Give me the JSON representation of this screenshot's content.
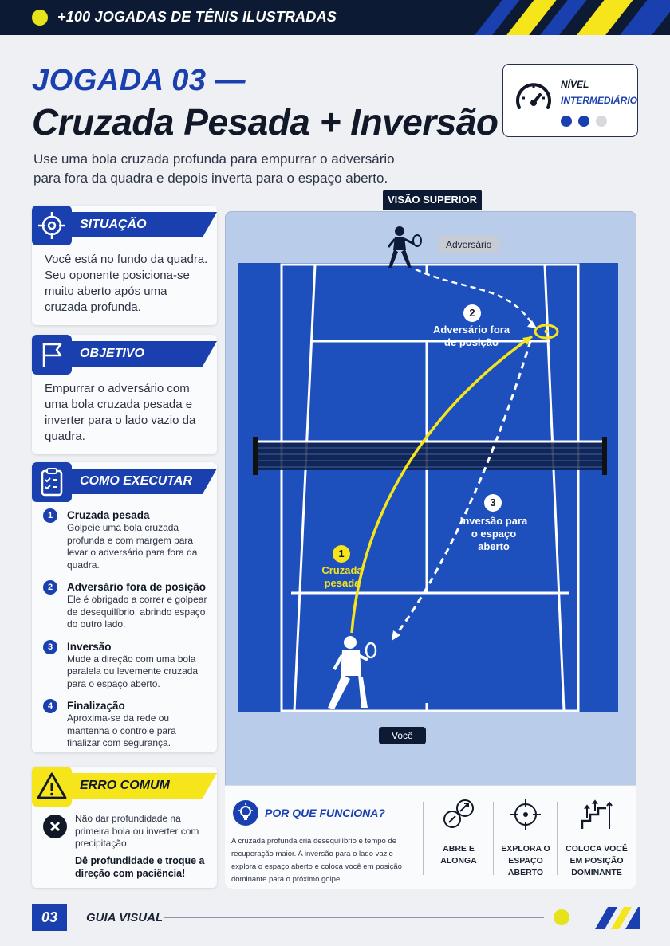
{
  "header": {
    "series_title": "+100 JOGADAS DE TÊNIS ILUSTRADAS"
  },
  "title": {
    "kicker": "JOGADA 03 —",
    "main": "Cruzada Pesada + Inversão"
  },
  "intro": "Use uma bola cruzada profunda para empurrar o adversário para fora da quadra e depois inverta para o espaço aberto.",
  "level": {
    "label": "NÍVEL",
    "value": "INTERMEDIÁRIO",
    "filled": 2,
    "total": 3
  },
  "situacao": {
    "title": "SITUAÇÃO",
    "text": "Você está no fundo da quadra. Seu oponente posiciona-se muito aberto após uma cruzada profunda."
  },
  "objetivo": {
    "title": "OBJETIVO",
    "text": "Empurrar o adversário com uma bola cruzada pesada e inverter para o lado vazio da quadra."
  },
  "como": {
    "title": "COMO EXECUTAR",
    "steps": [
      {
        "n": "1",
        "title": "Cruzada pesada",
        "desc": "Golpeie uma bola cruzada profunda e com margem para levar o adversário para fora da quadra."
      },
      {
        "n": "2",
        "title": "Adversário fora de posição",
        "desc": "Ele é obrigado a correr e golpear de desequilíbrio, abrindo espaço do outro lado."
      },
      {
        "n": "3",
        "title": "Inversão",
        "desc": "Mude a direção com uma bola paralela ou levemente cruzada para o espaço aberto."
      },
      {
        "n": "4",
        "title": "Finalização",
        "desc": "Aproxima-se da rede ou mantenha o controle para finalizar com segurança."
      }
    ]
  },
  "erro": {
    "title": "ERRO COMUM",
    "text": "Não dar profundidade na primeira bola ou inverter com precipitação.",
    "tip": "Dê profundidade e troque a direção com paciência!"
  },
  "court": {
    "view_label": "VISÃO SUPERIOR",
    "opponent_tag": "Adversário",
    "you_tag": "Você",
    "p1_num": "1",
    "p1_label": "Cruzada pesada",
    "p2_num": "2",
    "p2_label": "Adversário fora de posição",
    "p3_num": "3",
    "p3_label": "Inversão para o espaço aberto"
  },
  "why": {
    "title": "POR QUE FUNCIONA?",
    "text": "A cruzada profunda cria desequilíbrio e tempo de recuperação maior. A inversão para o lado vazio explora o espaço aberto e coloca você em posição dominante para o próximo golpe.",
    "features": [
      "ABRE E ALONGA",
      "EXPLORA O ESPAÇO ABERTO",
      "COLOCA VOCÊ EM POSIÇÃO DOMINANTE"
    ]
  },
  "footer": {
    "page": "03",
    "label": "GUIA VISUAL"
  },
  "colors": {
    "primary": "#1a3fae",
    "dark": "#0d1a33",
    "accent_yellow": "#f5e51a",
    "court": "#1d4fbd",
    "court_bg": "#b9cdea"
  }
}
